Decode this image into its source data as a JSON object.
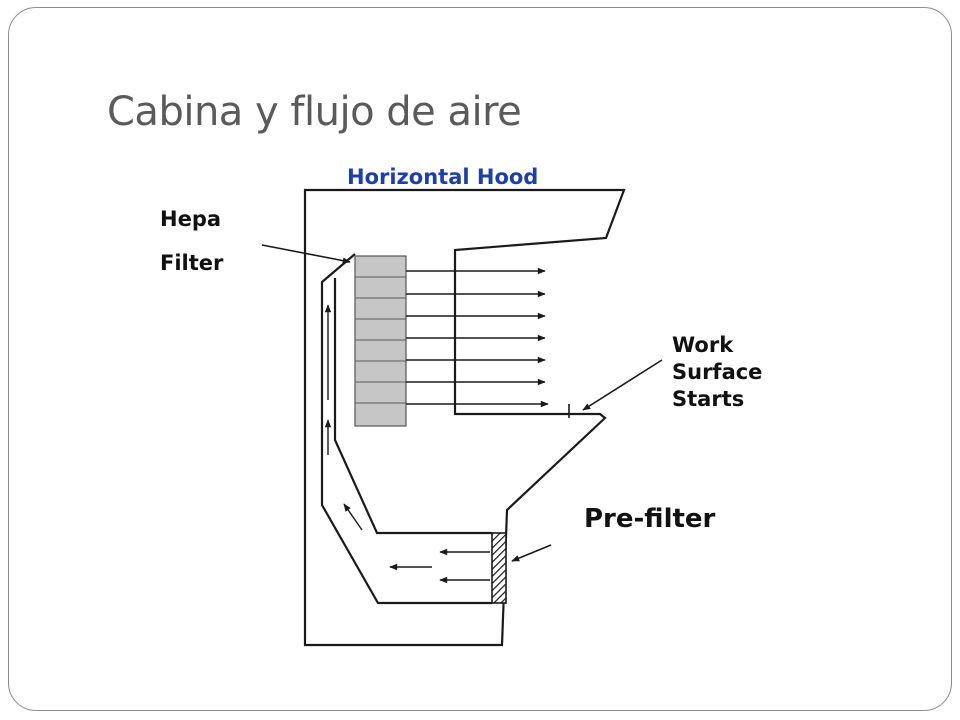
{
  "slide": {
    "title": "Cabina y flujo de aire"
  },
  "diagram": {
    "hood_title": "Horizontal Hood",
    "hepa_label": [
      "Hepa",
      "Filter"
    ],
    "work_surface_label": [
      "Work",
      "Surface",
      "Starts"
    ],
    "prefilter_label": "Pre-filter"
  },
  "colors": {
    "title": "#5a5a5a",
    "hood_title": "#1f3fa8",
    "hepa_fill": "#c6c6c6",
    "line": "#1a1a1a",
    "frame": "#8c8c8c"
  }
}
